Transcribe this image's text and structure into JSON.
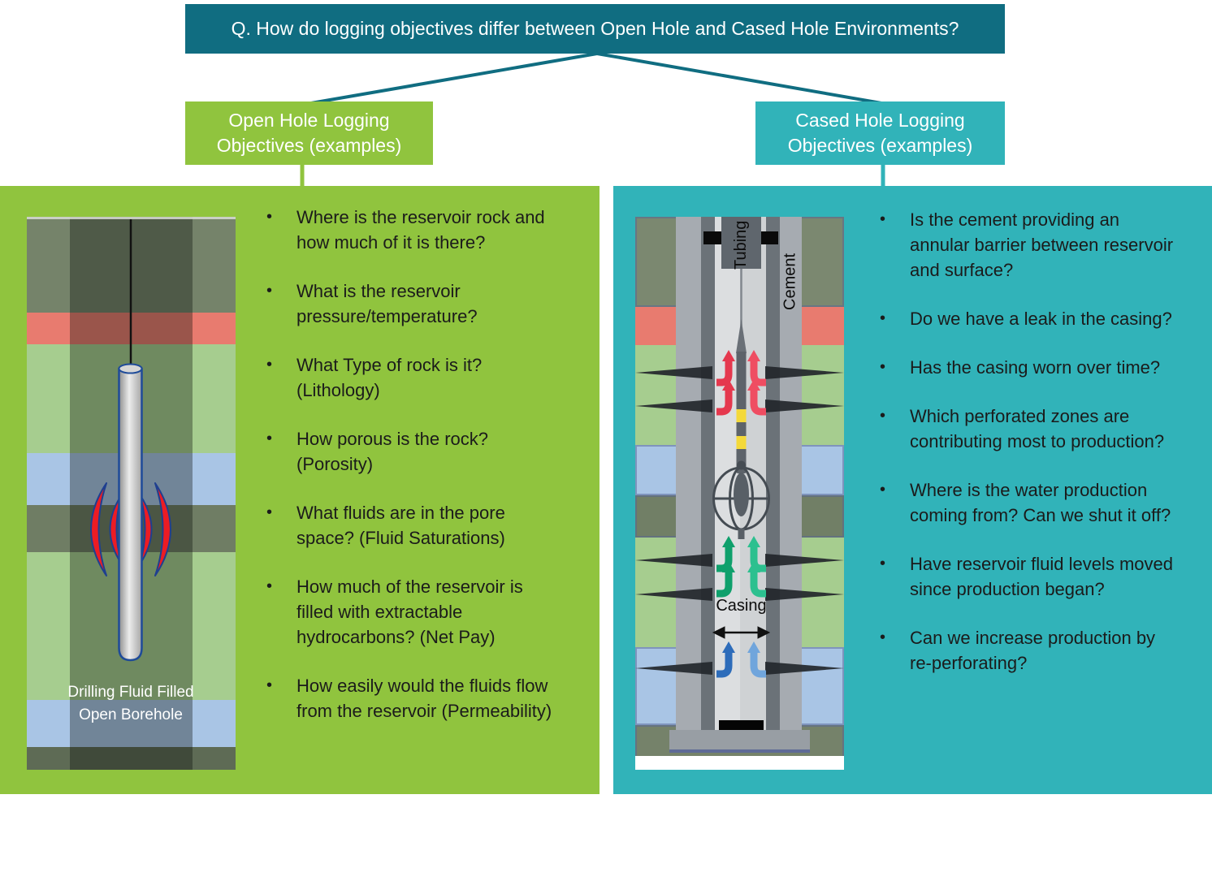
{
  "title_bar": {
    "question": "Q. How do logging objectives differ between Open Hole and Cased Hole Environments?"
  },
  "colors": {
    "title_bar_teal": "#106d81",
    "open_hole_green": "#90c43e",
    "cased_hole_teal": "#31b3b9",
    "bullet_text": "#1b1b1b",
    "sonic_wave_red": "#ec1c24",
    "red_flow_arrow": "#e5384e",
    "green_flow_arrow": "#0fa06c",
    "blue_flow_arrow": "#2d6cba"
  },
  "open_hole": {
    "header_line1": "Open Hole Logging",
    "header_line2": "Objectives (examples)",
    "illustration_caption": "Drilling Fluid Filled Open Borehole",
    "bullets": [
      "Where is the reservoir rock and how much of it is there?",
      "What is the reservoir pressure/temperature?",
      "What Type of rock is it? (Lithology)",
      "How porous is the rock? (Porosity)",
      "What fluids are in the pore space? (Fluid Saturations)",
      "How much of the reservoir is filled with extractable hydrocarbons? (Net Pay)",
      "How easily would the fluids flow from the reservoir (Permeability)"
    ]
  },
  "cased_hole": {
    "header_line1": "Cased Hole Logging",
    "header_line2": "Objectives (examples)",
    "labels": {
      "tubing": "Tubing",
      "cement": "Cement",
      "casing": "Casing"
    },
    "bullets": [
      "Is the cement providing an annular barrier between reservoir and surface?",
      "Do we have a leak in the casing?",
      "Has the casing worn over time?",
      "Which perforated zones are contributing most to production?",
      "Where is the water production coming from? Can we shut it off?",
      "Have reservoir fluid levels moved since production began?",
      "Can we increase production by re-perforating?"
    ]
  }
}
